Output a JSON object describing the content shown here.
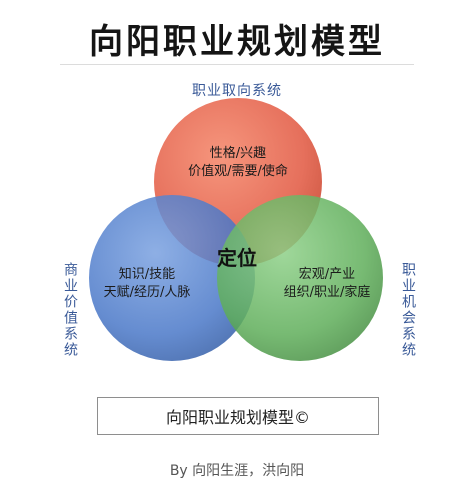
{
  "title": "向阳职业规划模型",
  "labels": {
    "top": "职业取向系统",
    "left": "商业价值系统",
    "right": "职业机会系统"
  },
  "circles": {
    "top": {
      "color": "#e3604a",
      "line1": "性格/兴趣",
      "line2": "价值观/需要/使命"
    },
    "left": {
      "color": "#4a78c8",
      "line1": "知识/技能",
      "line2": "天赋/经历/人脉"
    },
    "right": {
      "color": "#5fae5a",
      "line1": "宏观/产业",
      "line2": "组织/职业/家庭"
    }
  },
  "center": "定位",
  "model_name": "向阳职业规划模型©",
  "byline": "By 向阳生涯，洪向阳"
}
